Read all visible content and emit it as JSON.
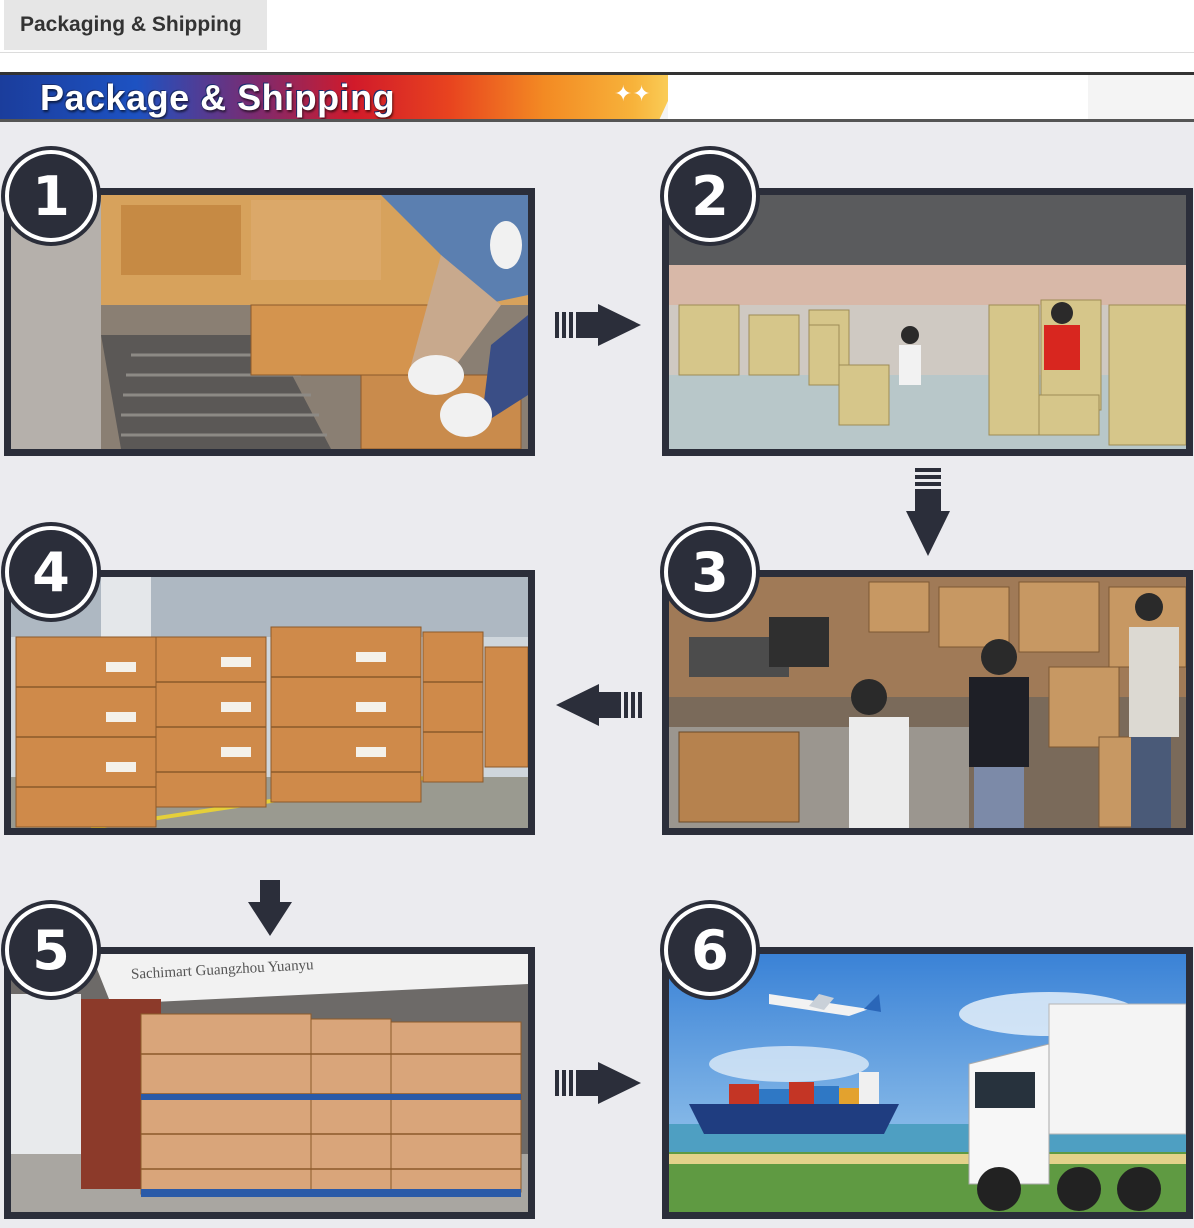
{
  "tab": {
    "label": "Packaging & Shipping"
  },
  "banner": {
    "title": "Package & Shipping",
    "sparkle": "✦✦"
  },
  "steps": [
    {
      "number": "1"
    },
    {
      "number": "2"
    },
    {
      "number": "3"
    },
    {
      "number": "4"
    },
    {
      "number": "5"
    },
    {
      "number": "6"
    }
  ],
  "signage": {
    "warehouse_text": "Sachimart  Guangzhou Yuanyu"
  },
  "colors": {
    "frame": "#2b2e3a",
    "background": "#ebebef",
    "tab_bg": "#e6e6e6"
  },
  "icons": [
    "arrow-right-icon",
    "arrow-down-icon",
    "arrow-left-icon"
  ]
}
